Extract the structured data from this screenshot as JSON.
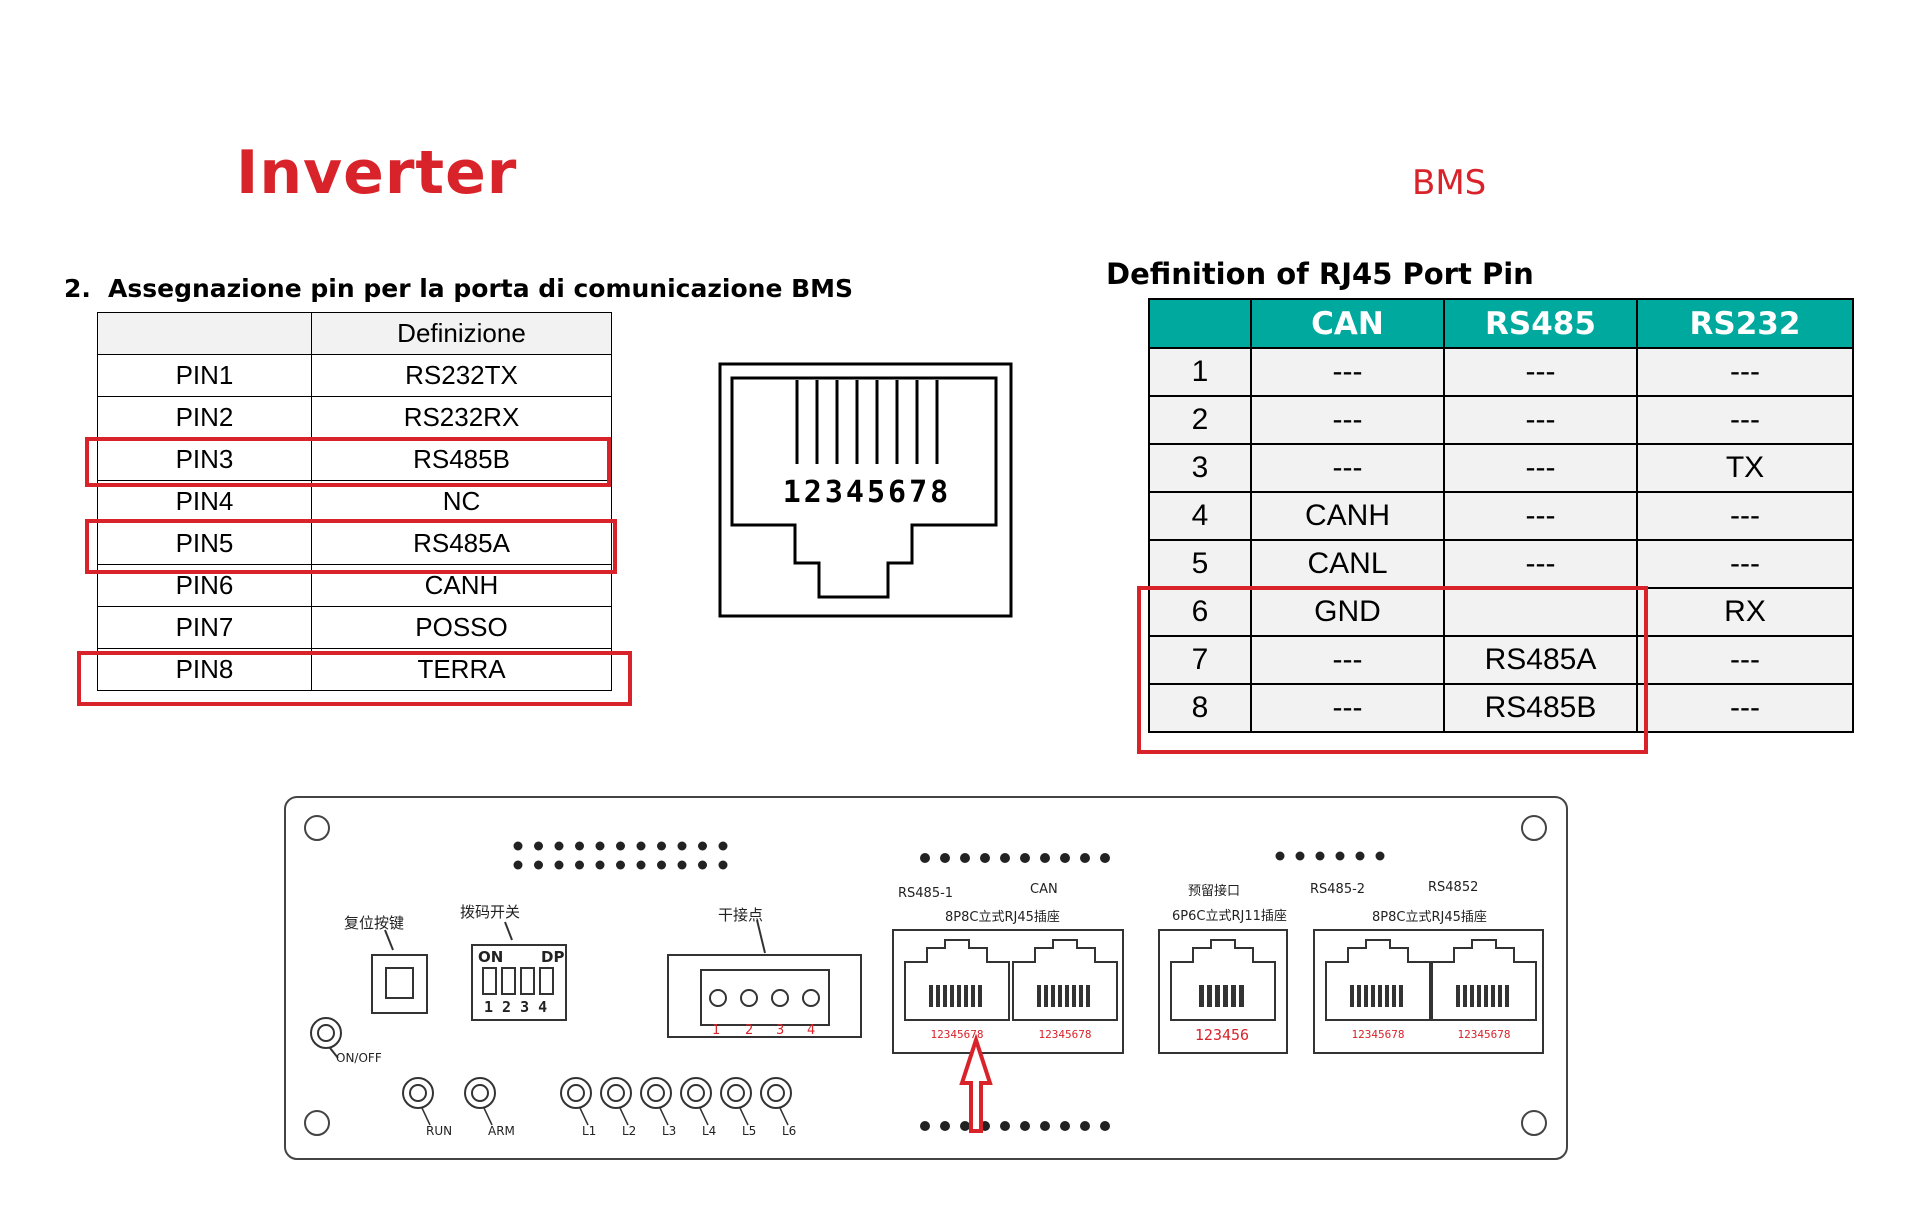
{
  "headings": {
    "inverter": "Inverter",
    "bms": "BMS"
  },
  "inverter_table": {
    "section_number": "2.",
    "title": "Assegnazione pin per la porta di comunicazione BMS",
    "header": [
      "",
      "Definizione"
    ],
    "rows": [
      [
        "PIN1",
        "RS232TX"
      ],
      [
        "PIN2",
        "RS232RX"
      ],
      [
        "PIN3",
        "RS485B"
      ],
      [
        "PIN4",
        "NC"
      ],
      [
        "PIN5",
        "RS485A"
      ],
      [
        "PIN6",
        "CANH"
      ],
      [
        "PIN7",
        "POSSO"
      ],
      [
        "PIN8",
        "TERRA"
      ]
    ]
  },
  "connector_label": "12345678",
  "rj45_table": {
    "title": "Definition of RJ45 Port Pin",
    "header": [
      "",
      "CAN",
      "RS485",
      "RS232"
    ],
    "rows": [
      [
        "1",
        "---",
        "---",
        "---"
      ],
      [
        "2",
        "---",
        "---",
        "---"
      ],
      [
        "3",
        "---",
        "---",
        "TX"
      ],
      [
        "4",
        "CANH",
        "---",
        "---"
      ],
      [
        "5",
        "CANL",
        "---",
        "---"
      ],
      [
        "6",
        "GND",
        "",
        "RX"
      ],
      [
        "7",
        "---",
        "RS485A",
        "---"
      ],
      [
        "8",
        "---",
        "RS485B",
        "---"
      ]
    ]
  },
  "panel": {
    "reset_label": "复位按键",
    "dip_label": "拨码开关",
    "dip_on": "ON",
    "dip_dp": "DP",
    "dip_numbers": "1 2 3 4",
    "dry_contact_label": "干接点",
    "terminal_numbers": [
      "1",
      "2",
      "3",
      "4"
    ],
    "onoff_label": "ON/OFF",
    "leds": [
      "RUN",
      "ARM",
      "L1",
      "L2",
      "L3",
      "L4",
      "L5",
      "L6"
    ],
    "rs485_1": "RS485-1",
    "can": "CAN",
    "jack_8p8c_a": "8P8C立式RJ45插座",
    "reserved": "预留接口",
    "jack_6p6c": "6P6C立式RJ11插座",
    "rs485_2": "RS485-2",
    "rs4852": "RS4852",
    "jack_8p8c_b": "8P8C立式RJ45插座",
    "port_numbers_8": "12345678",
    "port_numbers_6": "123456"
  },
  "colors": {
    "accent_red": "#d9232a",
    "table_teal": "#00a99d",
    "cell_gray": "#f2f2f2"
  }
}
